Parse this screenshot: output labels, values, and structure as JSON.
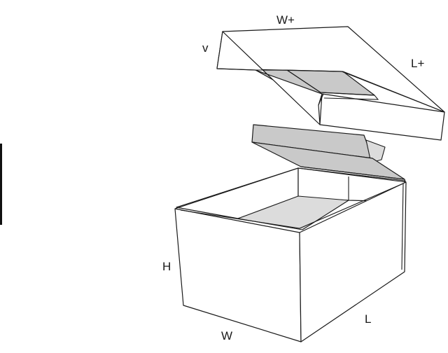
{
  "labels": {
    "lid_width": "W+",
    "lid_length": "L+",
    "lid_depth": "v",
    "box_height": "H",
    "box_width": "W",
    "box_length": "L"
  },
  "colors": {
    "line": "#1a1a1a",
    "inner_shade": "#c9c9c9",
    "light_shade": "#dcdcdc",
    "background": "#ffffff"
  }
}
